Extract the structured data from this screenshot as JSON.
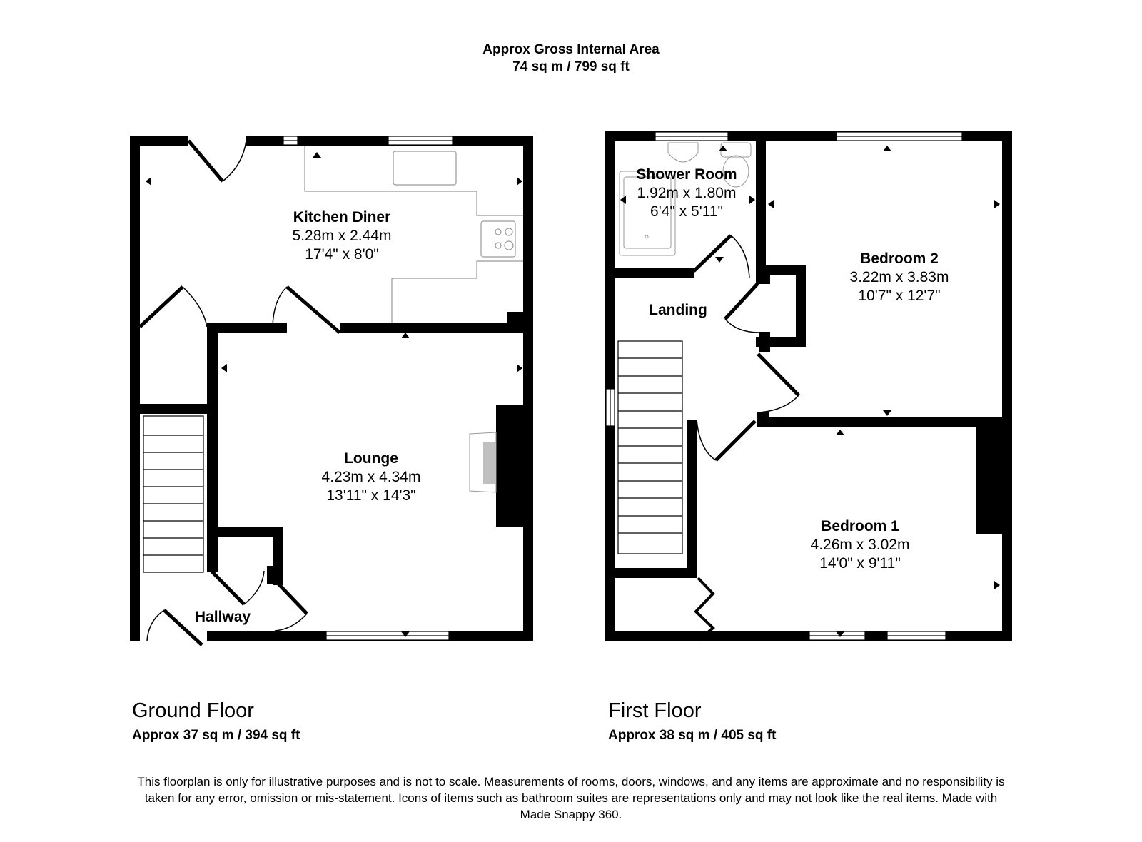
{
  "header": {
    "title": "Approx Gross Internal Area",
    "total_area": "74 sq m / 799 sq ft"
  },
  "floors": [
    {
      "title": "Ground Floor",
      "area": "Approx 37 sq m / 394 sq ft",
      "rooms": [
        {
          "name": "Kitchen Diner",
          "metric": "5.28m x 2.44m",
          "imperial": "17'4\" x 8'0\""
        },
        {
          "name": "Lounge",
          "metric": "4.23m x 4.34m",
          "imperial": "13'11\" x 14'3\""
        },
        {
          "name": "Hallway"
        }
      ]
    },
    {
      "title": "First Floor",
      "area": "Approx 38 sq m / 405 sq ft",
      "rooms": [
        {
          "name": "Shower Room",
          "metric": "1.92m x 1.80m",
          "imperial": "6'4\" x 5'11\""
        },
        {
          "name": "Bedroom 2",
          "metric": "3.22m x 3.83m",
          "imperial": "10'7\" x 12'7\""
        },
        {
          "name": "Landing"
        },
        {
          "name": "Bedroom 1",
          "metric": "4.26m x 3.02m",
          "imperial": "14'0\" x 9'11\""
        }
      ]
    }
  ],
  "disclaimer": "This floorplan is only for illustrative purposes and is not to scale. Measurements of rooms, doors, windows, and any items are approximate and no responsibility is taken for any error, omission or mis-statement. Icons of items such as bathroom suites are representations only and may not look like the real items. Made with Made Snappy 360.",
  "colors": {
    "wall": "#000000",
    "fixture_line": "#999999",
    "fireplace_fill": "#c0c0c0",
    "background": "#ffffff"
  }
}
